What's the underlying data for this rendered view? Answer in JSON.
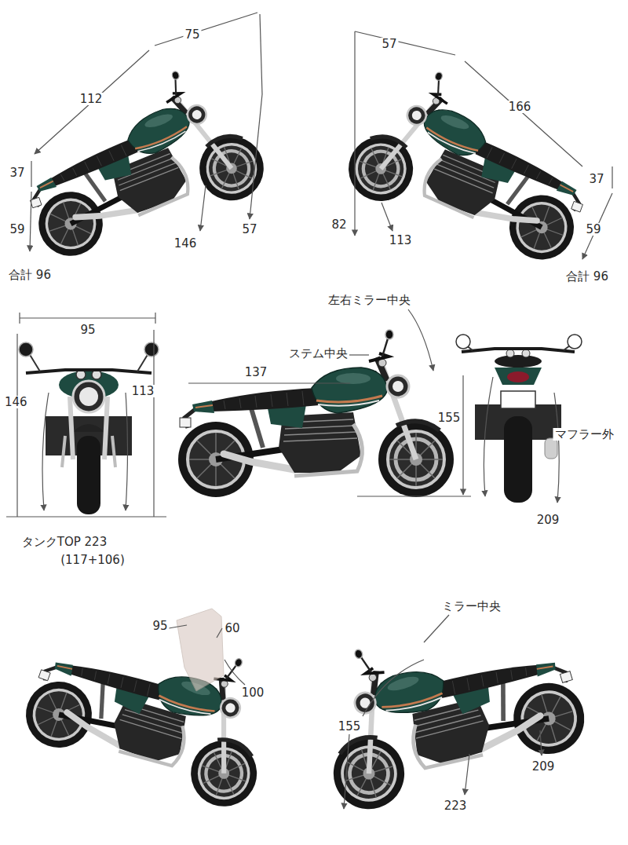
{
  "diagram": {
    "labels": [
      "75",
      "112",
      "37",
      "59",
      "合計 96",
      "146",
      "57",
      "57",
      "166",
      "37",
      "59",
      "合計 96",
      "82",
      "113",
      "95",
      "146",
      "113",
      "タンクTOP 223",
      "(117+106)",
      "左右ミラー中央",
      "ステム中央",
      "137",
      "155",
      "マフラー外",
      "209",
      "95",
      "60",
      "100",
      "ミラー中央",
      "155",
      "223",
      "209"
    ]
  }
}
